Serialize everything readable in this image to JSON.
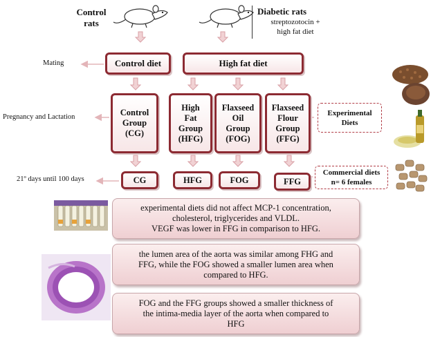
{
  "top": {
    "control_label": "Control\nrats",
    "diabetic_label": "Diabetic rats",
    "diabetic_sub": "streptozotocin +\nhigh fat diet"
  },
  "diets": {
    "control": "Control diet",
    "high_fat": "High fat diet"
  },
  "stages": {
    "mating": "Mating",
    "pregnancy": "Pregnancy and Lactation",
    "period": "21º days until 100 days"
  },
  "groups": [
    {
      "label": "Control\nGroup\n(CG)"
    },
    {
      "label": "High\nFat\nGroup\n(HFG)"
    },
    {
      "label": "Flaxseed\nOil\nGroup\n(FOG)"
    },
    {
      "label": "Flaxseed\nFlour\nGroup\n(FFG)"
    }
  ],
  "group_codes": [
    "CG",
    "HFG",
    "FOG",
    "FFG"
  ],
  "side": {
    "experimental": "Experimental\nDiets",
    "commercial": "Commercial diets\nn= 6 females"
  },
  "findings": [
    "experimental diets did not affect MCP-1 concentration,\ncholesterol, triglycerides and VLDL.\nVEGF was lower in FFG in comparison to HFG.",
    "the lumen area of the aorta was similar among FHG and\nFFG, while the FOG showed a smaller lumen area when\ncompared to HFG.",
    "FOG and the FFG groups showed a smaller thickness of\nthe intima-media layer of the aorta when compared to\nHFG"
  ],
  "colors": {
    "accent": "#8c2a32",
    "arrow": "#e3b5b9",
    "finding_bg": "#f3d9db"
  },
  "icons": [
    "rat-icon",
    "flaxseed-icon",
    "oil-bottle-icon",
    "pellet-icon",
    "vials-icon",
    "aorta-histology-icon"
  ]
}
